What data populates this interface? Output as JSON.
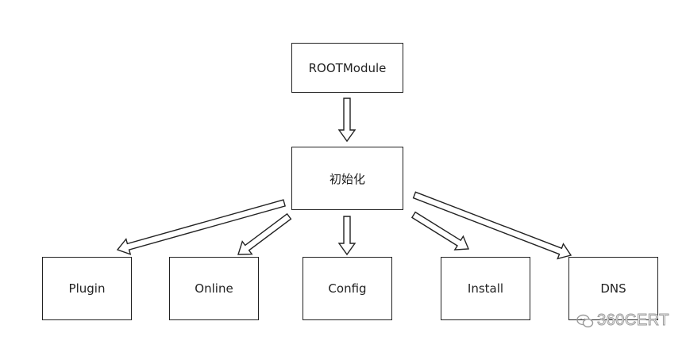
{
  "nodes": {
    "root": "ROOTModule",
    "init": "初始化",
    "plugin": "Plugin",
    "online": "Online",
    "config": "Config",
    "install": "Install",
    "dns": "DNS"
  },
  "edges": [
    {
      "from": "root",
      "to": "init"
    },
    {
      "from": "init",
      "to": "plugin"
    },
    {
      "from": "init",
      "to": "online"
    },
    {
      "from": "init",
      "to": "config"
    },
    {
      "from": "init",
      "to": "install"
    },
    {
      "from": "init",
      "to": "dns"
    }
  ],
  "watermark": {
    "text": "360CERT",
    "icon": "wechat-icon"
  },
  "colors": {
    "stroke": "#222222",
    "watermark": "#9a9a9a"
  }
}
